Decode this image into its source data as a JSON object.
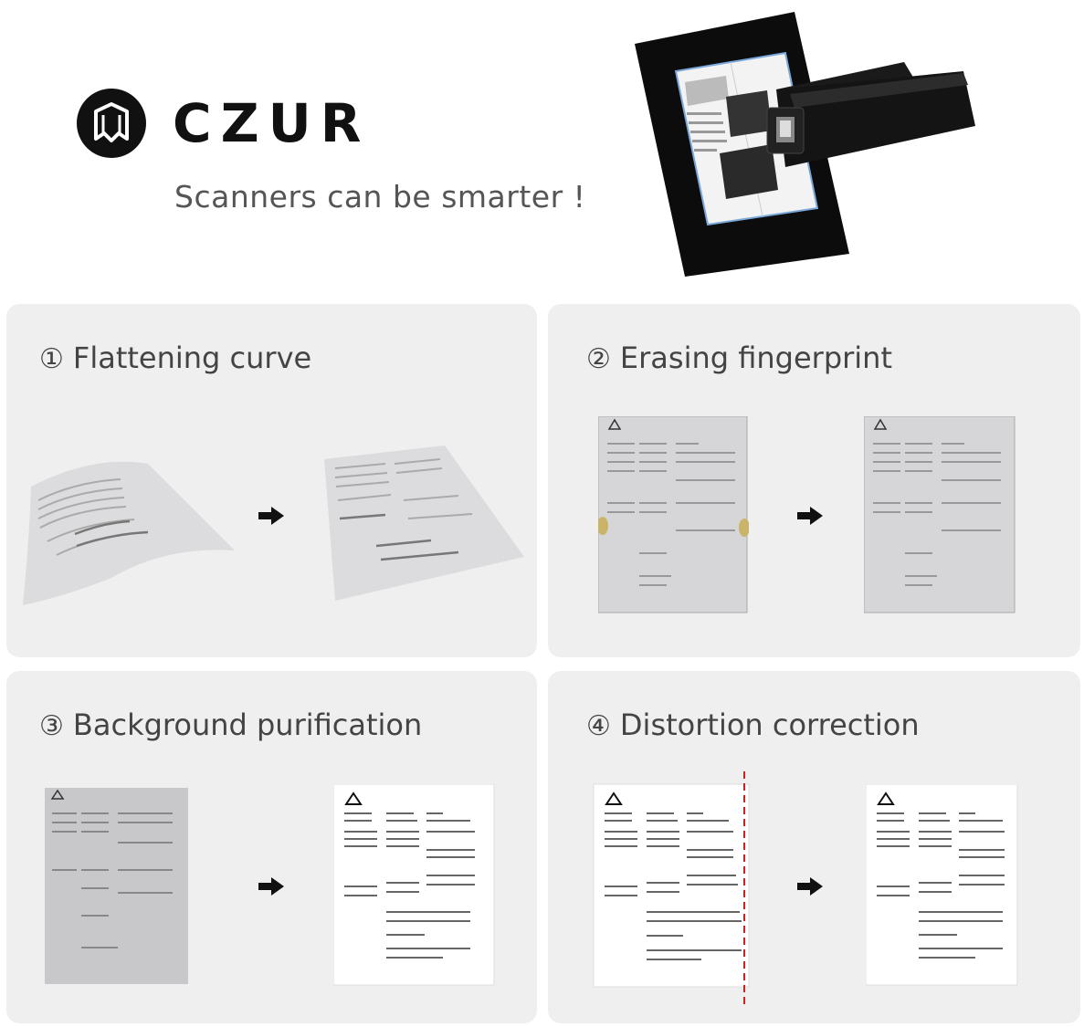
{
  "brand": {
    "name": "CZUR",
    "tagline": "Scanners can be smarter !"
  },
  "colors": {
    "panel_bg": "#efefef",
    "brand_dark": "#111111",
    "guide_line": "#cc2222"
  },
  "features": [
    {
      "number": "①",
      "label": "Flattening curve"
    },
    {
      "number": "②",
      "label": "Erasing fingerprint"
    },
    {
      "number": "③",
      "label": "Background purification"
    },
    {
      "number": "④",
      "label": "Distortion correction"
    }
  ],
  "icons": {
    "logo": "czur-logo-icon",
    "arrow": "right-arrow-icon",
    "warning": "warning-triangle-icon"
  }
}
